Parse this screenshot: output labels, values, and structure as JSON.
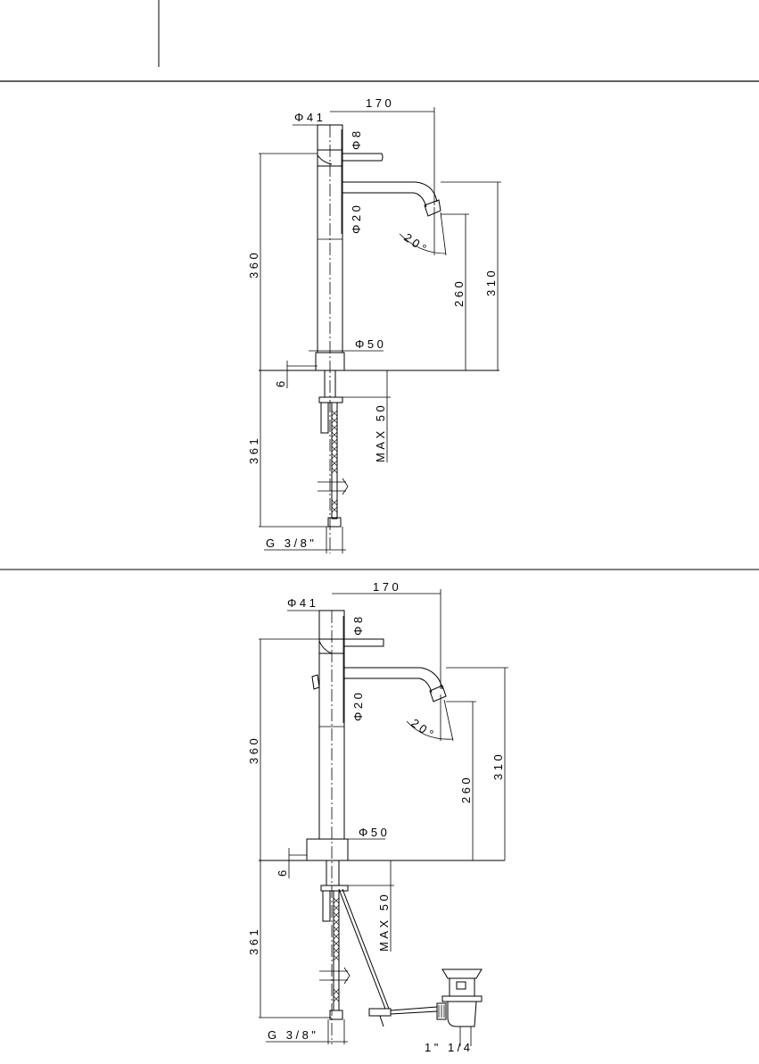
{
  "drawing_top": {
    "spout_reach": "170",
    "body_diameter": "Φ41",
    "lever_diameter": "Φ8",
    "spout_diameter": "Φ20",
    "spout_angle": "20°",
    "height_total": "360",
    "height_spout": "310",
    "height_outlet": "260",
    "base_diameter": "Φ50",
    "base_offset": "6",
    "deck_thickness_max": "MAX 50",
    "hose_length": "361",
    "connection": "G 3/8\""
  },
  "drawing_bottom": {
    "spout_reach": "170",
    "body_diameter": "Φ41",
    "lever_diameter": "Φ8",
    "spout_diameter": "Φ20",
    "spout_angle": "20°",
    "height_total": "360",
    "height_spout": "310",
    "height_outlet": "260",
    "base_diameter": "Φ50",
    "base_offset": "6",
    "deck_thickness_max": "MAX 50",
    "hose_length": "361",
    "connection": "G 3/8\"",
    "waste_connection": "1\" 1/4"
  }
}
